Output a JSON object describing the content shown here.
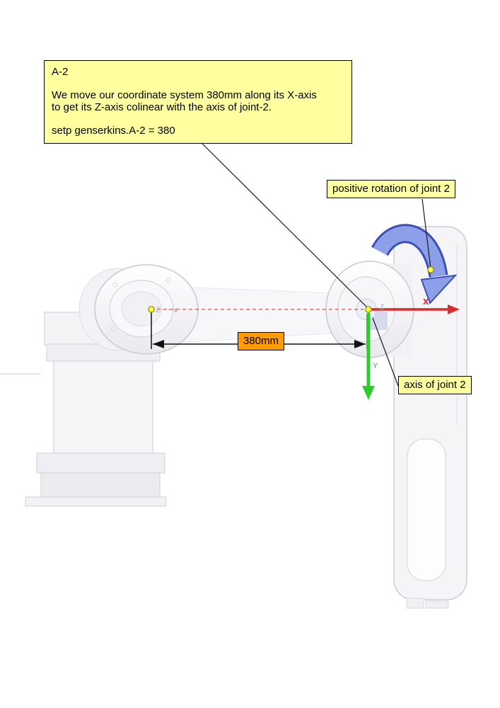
{
  "callout": {
    "title": "A-2",
    "body_lines": [
      "We move our coordinate system 380mm along its X-axis",
      "to get its Z-axis colinear with the axis of joint-2."
    ],
    "command": "setp genserkins.A-2 = 380"
  },
  "labels": {
    "positive_rotation": "positive rotation of joint 2",
    "axis_of_joint": "axis of joint 2",
    "dimension": "380mm"
  },
  "axes": {
    "x_axis_label": "x",
    "y_axis_label": "Y",
    "origin_z_label": "Z",
    "origin_x_label": "x",
    "joint2_z_label": "Z"
  },
  "colors": {
    "note_bg": "#ffffa0",
    "dimension_bg": "#ff9a00",
    "x_axis": "#d92b2b",
    "y_axis": "#2ecc2e",
    "rotation_fill": "#8d9fe8",
    "rotation_stroke": "#3d4fb5",
    "joint_dot": "#fdfd4a"
  }
}
